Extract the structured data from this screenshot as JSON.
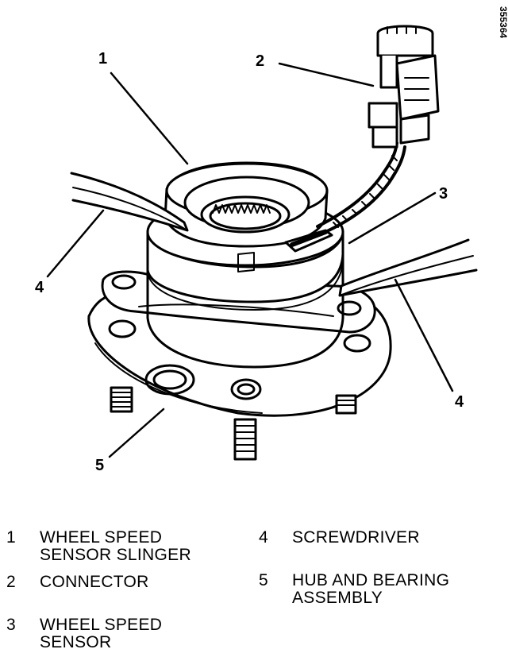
{
  "figure": {
    "corner_mark": "355364",
    "callouts": {
      "c1": "1",
      "c2": "2",
      "c3": "3",
      "c4_left": "4",
      "c4_right": "4",
      "c5": "5"
    }
  },
  "legend": [
    {
      "num": "1",
      "line1": "WHEEL SPEED",
      "line2": "SENSOR SLINGER"
    },
    {
      "num": "2",
      "line1": "CONNECTOR",
      "line2": ""
    },
    {
      "num": "3",
      "line1": "WHEEL SPEED",
      "line2": "SENSOR"
    },
    {
      "num": "4",
      "line1": "SCREWDRIVER",
      "line2": ""
    },
    {
      "num": "5",
      "line1": "HUB AND BEARING",
      "line2": "ASSEMBLY"
    }
  ]
}
